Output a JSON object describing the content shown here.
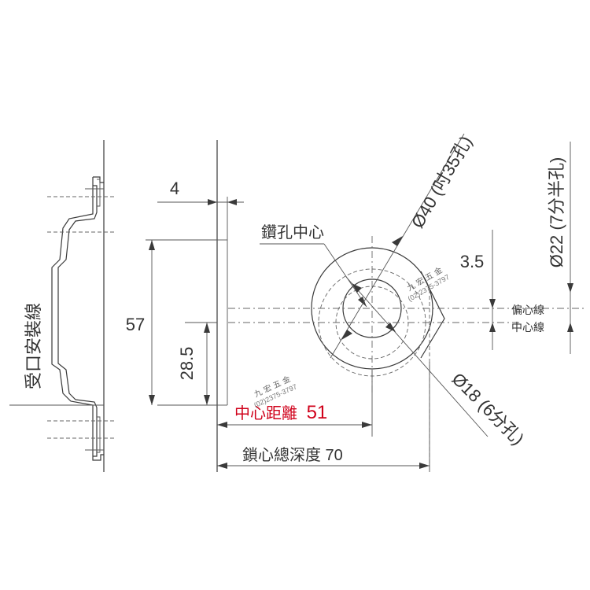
{
  "labels": {
    "mounting_line": "受口安裝線",
    "dim_4": "4",
    "dim_57": "57",
    "dim_28_5": "28.5",
    "drill_center": "鑽孔中心",
    "dia40": "Ø40 (吋35孔)",
    "dia22": "Ø22 (7分半孔)",
    "dim_3_5": "3.5",
    "offset_line": "偏心線",
    "center_line": "中心線",
    "dia18": "Ø18 (6分孔)",
    "backset_label": "中心距離",
    "backset_value": "51",
    "total_depth": "鎖心總深度 70"
  },
  "watermarks": [
    {
      "text_cn": "九 宏 五 金",
      "phone": "(02)2375-3797"
    },
    {
      "text_cn": "九 宏 五 金",
      "phone": "(02)2375-3797"
    }
  ],
  "colors": {
    "line": "#3a3a3a",
    "text": "#333333",
    "highlight": "#d0021b"
  }
}
